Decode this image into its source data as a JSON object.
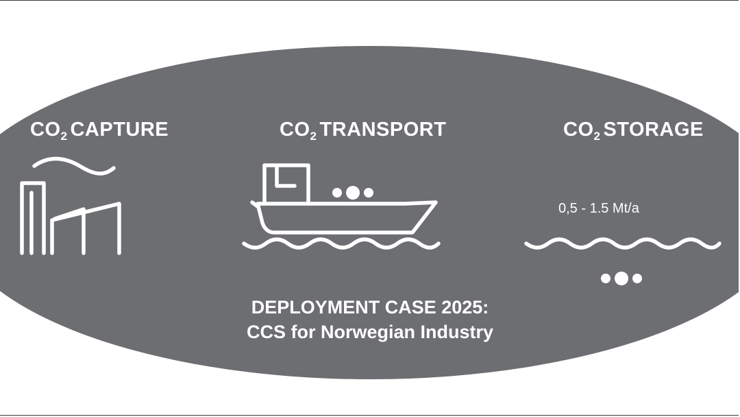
{
  "colors": {
    "ellipse": "#6d6e71",
    "foreground": "#ffffff",
    "background": "#ffffff"
  },
  "stages": [
    {
      "prefix": "CO",
      "subscript": "2",
      "name": "CAPTURE",
      "icon": "factory-icon"
    },
    {
      "prefix": "CO",
      "subscript": "2",
      "name": "TRANSPORT",
      "icon": "ship-icon"
    },
    {
      "prefix": "CO",
      "subscript": "2",
      "name": "STORAGE",
      "icon": "waves-icon"
    }
  ],
  "storage_rate": "0,5 - 1.5 Mt/a",
  "deployment": {
    "line1": "DEPLOYMENT CASE 2025:",
    "line2": "CCS for Norwegian Industry"
  }
}
